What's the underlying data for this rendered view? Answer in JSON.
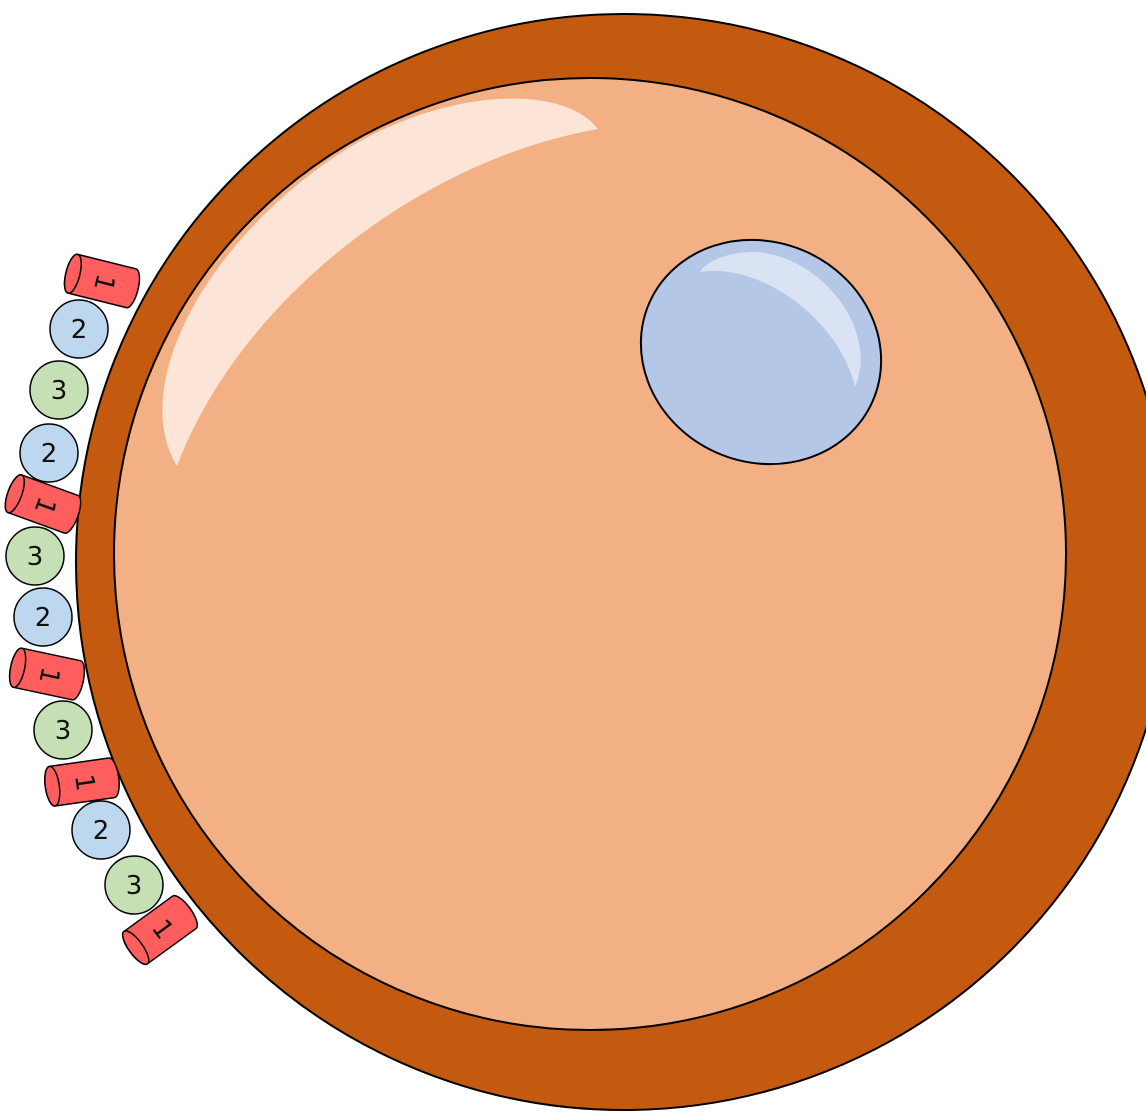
{
  "diagram": {
    "colors": {
      "background": "#ffffff",
      "cell_wall": "#c45a10",
      "cytoplasm": "#f3b084",
      "highlight": "#fce4d6",
      "nucleus": "#b4c7e7",
      "nucleus_highlight": "#dae3f3",
      "outline": "#000000",
      "marker_1": "#ff5e5e",
      "marker_2": "#bdd7ee",
      "marker_3": "#c5e0b4"
    },
    "membrane_markers": [
      {
        "label": "1",
        "shape": "cylinder"
      },
      {
        "label": "2",
        "shape": "circle"
      },
      {
        "label": "3",
        "shape": "circle"
      },
      {
        "label": "2",
        "shape": "circle"
      },
      {
        "label": "1",
        "shape": "cylinder"
      },
      {
        "label": "3",
        "shape": "circle"
      },
      {
        "label": "2",
        "shape": "circle"
      },
      {
        "label": "1",
        "shape": "cylinder"
      },
      {
        "label": "3",
        "shape": "circle"
      },
      {
        "label": "1",
        "shape": "cylinder"
      },
      {
        "label": "2",
        "shape": "circle"
      },
      {
        "label": "3",
        "shape": "circle"
      },
      {
        "label": "1",
        "shape": "cylinder"
      }
    ]
  }
}
